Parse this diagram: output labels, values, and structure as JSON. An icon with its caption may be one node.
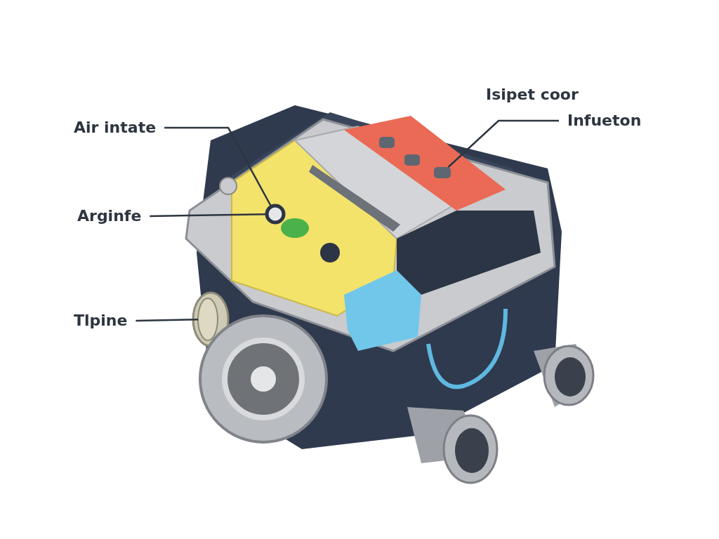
{
  "diagram": {
    "nodes": [
      {
        "text": [
          "Air intate"
        ]
      },
      {
        "text": [],
        "shape": "circle"
      },
      {
        "text": [
          "Arginfe"
        ]
      },
      {
        "text": [
          "Tlpine"
        ]
      },
      {
        "text": [],
        "shape": "cylinder"
      },
      {
        "text": [
          "Infueton"
        ]
      },
      {
        "text": [],
        "shape": "box"
      }
    ],
    "edges": [
      {
        "from": 0,
        "to": 1,
        "arrow": "none"
      },
      {
        "from": 2,
        "to": 1,
        "arrow": "none"
      },
      {
        "from": 3,
        "to": 4,
        "arrow": "none"
      },
      {
        "from": 5,
        "to": 6,
        "arrow": "none"
      }
    ],
    "labels": [
      "Isipet coor"
    ]
  }
}
